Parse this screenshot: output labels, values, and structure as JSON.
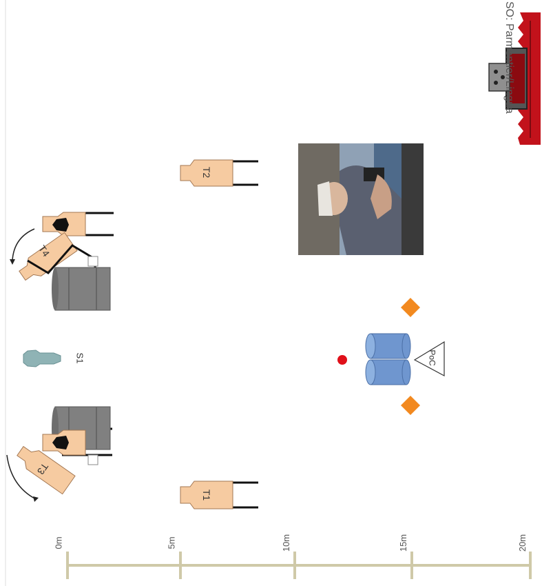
{
  "header": {
    "so_label": "SO: Parmentier/Lingua"
  },
  "targets": {
    "t1": "T1",
    "t2": "T2",
    "t3": "T3",
    "t4": "T4"
  },
  "start_position": {
    "label": "S1"
  },
  "poc": {
    "label": "PoC"
  },
  "scale": {
    "labels": [
      "0m",
      "5m",
      "10m",
      "15m",
      "20m"
    ]
  },
  "colors": {
    "target_fill": "#f6cba1",
    "barrel_fill": "#808080",
    "blue_barrel": "#6f96cf",
    "scale_line": "#cfc9a8",
    "red_dot": "#e0101a",
    "cone": "#f2891f",
    "logo_red": "#c2121b"
  },
  "icons": {
    "logo": "ipsc-logo-icon",
    "photo": "shooter-photo"
  }
}
